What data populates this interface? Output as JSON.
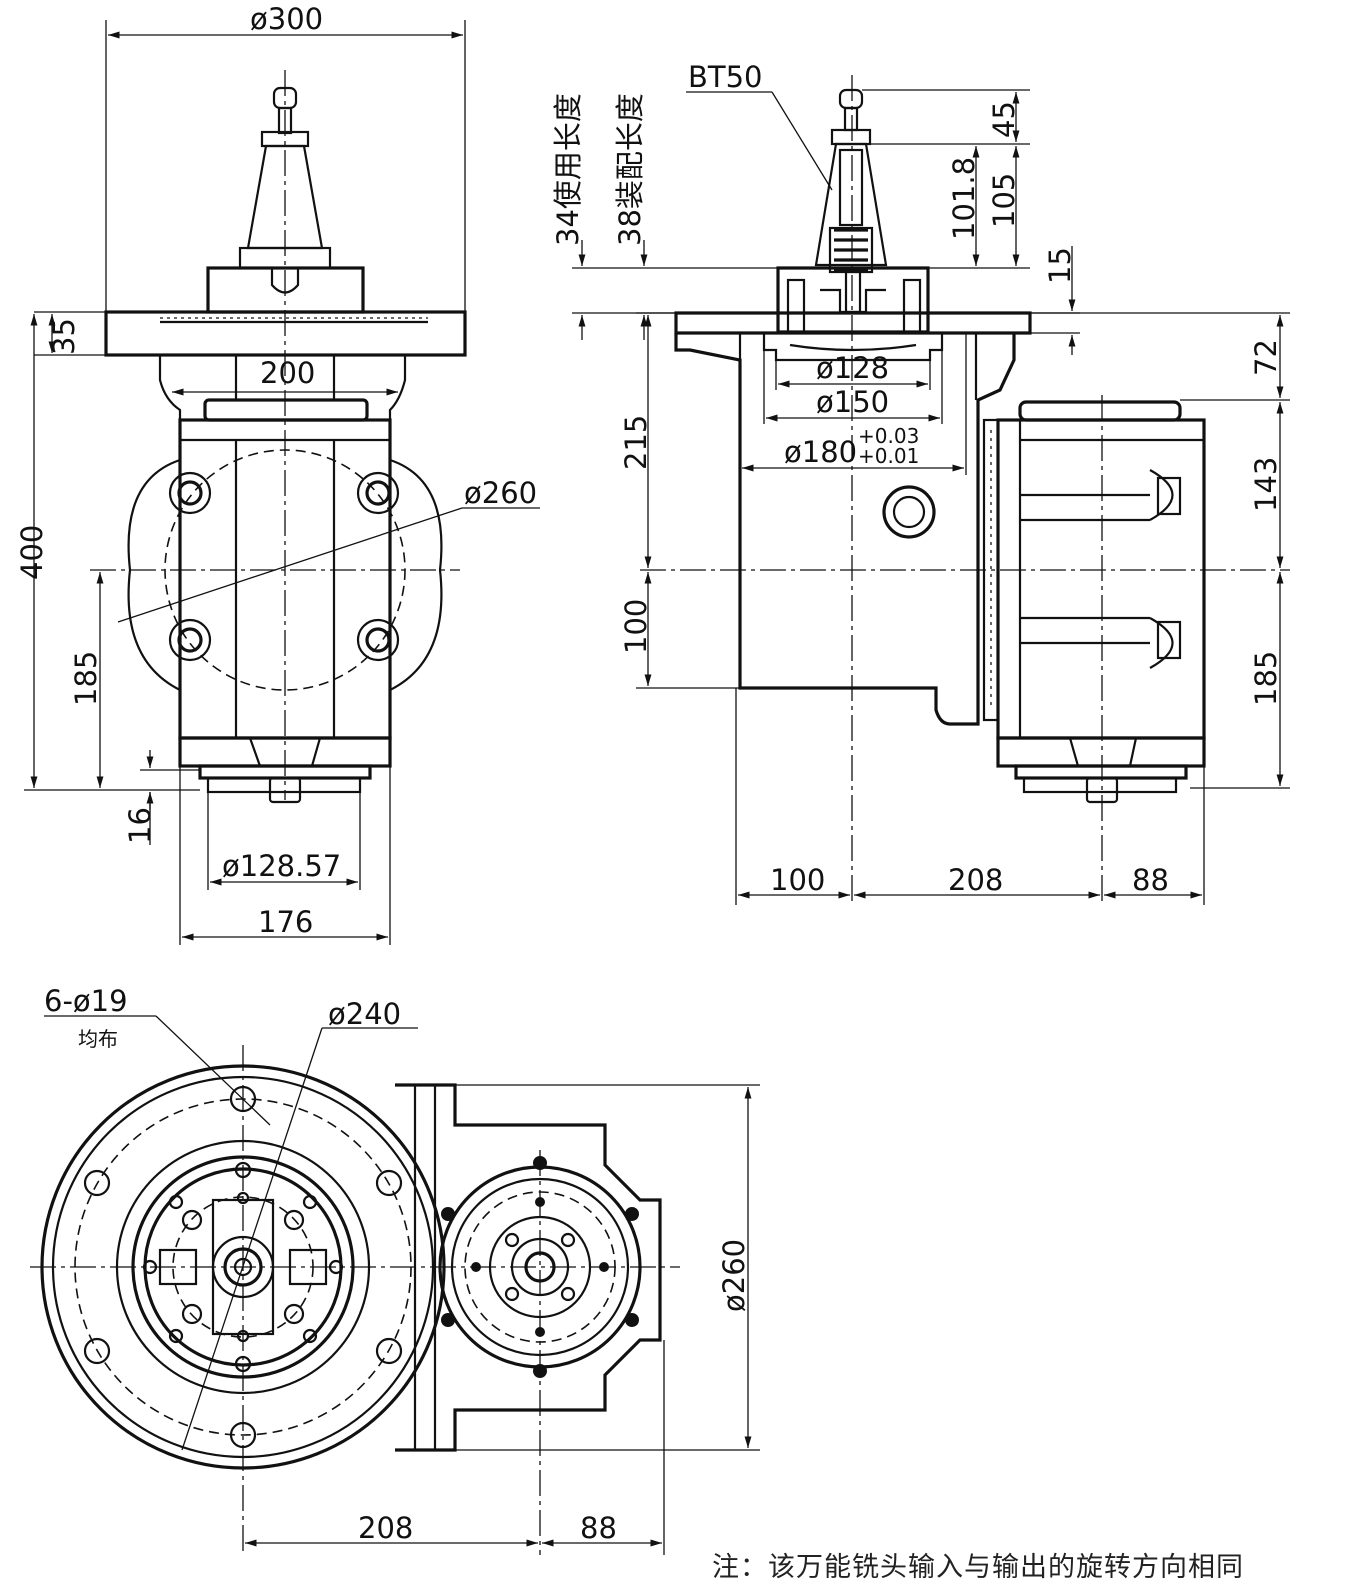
{
  "views": {
    "front": {
      "dimensions": {
        "d300": "ø300",
        "d260": "ø260",
        "w200": "200",
        "h35": "35",
        "h400": "400",
        "h185": "185",
        "h16": "16",
        "d128_57": "ø128.57",
        "w176": "176"
      }
    },
    "side": {
      "labels": {
        "bt50": "BT50",
        "use_length": "34使用长度",
        "assembly_length": "38装配长度"
      },
      "dimensions": {
        "h45": "45",
        "h105": "105",
        "h101_8": "101.8",
        "h15": "15",
        "h72": "72",
        "h143": "143",
        "h185": "185",
        "h215": "215",
        "h100v": "100",
        "d128": "ø128",
        "d150": "ø150",
        "d180": "ø180",
        "tol_upper": "+0.03",
        "tol_lower": "+0.01",
        "w100": "100",
        "w208": "208",
        "w88": "88"
      }
    },
    "bottom": {
      "labels": {
        "holes": "6-ø19",
        "uniform": "均布"
      },
      "dimensions": {
        "d240": "ø240",
        "d260": "ø260",
        "w208": "208",
        "w88": "88"
      }
    }
  },
  "note": "注：该万能铣头输入与输出的旋转方向相同"
}
